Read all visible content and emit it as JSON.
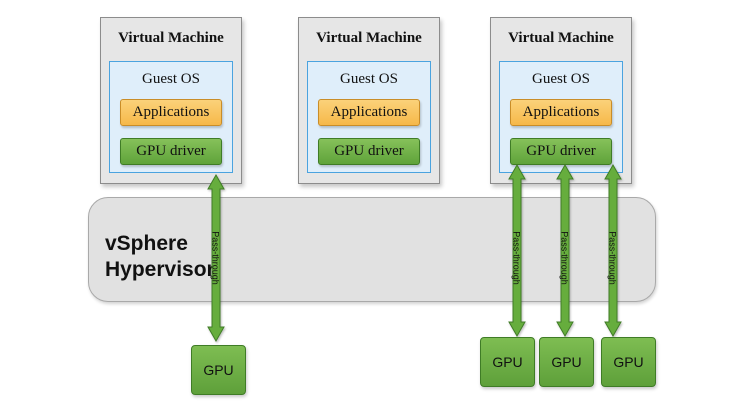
{
  "hypervisor": {
    "line1": "vSphere",
    "line2": "Hypervisor"
  },
  "vms": [
    {
      "title": "Virtual Machine",
      "guest_os": "Guest OS",
      "applications": "Applications",
      "driver": "GPU driver"
    },
    {
      "title": "Virtual Machine",
      "guest_os": "Guest OS",
      "applications": "Applications",
      "driver": "GPU driver"
    },
    {
      "title": "Virtual Machine",
      "guest_os": "Guest OS",
      "applications": "Applications",
      "driver": "GPU driver"
    }
  ],
  "gpus": [
    {
      "label": "GPU"
    },
    {
      "label": "GPU"
    },
    {
      "label": "GPU"
    },
    {
      "label": "GPU"
    }
  ],
  "connections": [
    {
      "label": "Pass-through"
    },
    {
      "label": "Pass-through"
    },
    {
      "label": "Pass-through"
    },
    {
      "label": "Pass-through"
    }
  ],
  "colors": {
    "arrow_fill": "#66ad3e",
    "arrow_stroke": "#3f7c26",
    "hypervisor_fill": "#e1e1e1",
    "vm_fill": "#e6e6e6",
    "guest_fill": "#dfeefa",
    "guest_border": "#4aa3df",
    "app_fill": "#f8c45f",
    "driver_fill": "#70b24a"
  }
}
